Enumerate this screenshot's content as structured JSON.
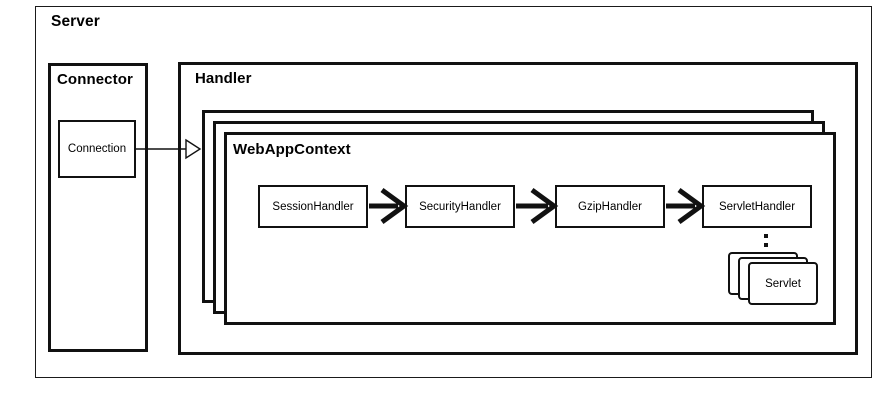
{
  "diagram": {
    "title": "Server",
    "colors": {
      "stroke": "#111111",
      "background": "#ffffff",
      "text": "#000000"
    },
    "containers": {
      "server": {
        "label": "Server"
      },
      "connector": {
        "label": "Connector"
      },
      "connection": {
        "label": "Connection"
      },
      "handler": {
        "label": "Handler"
      },
      "webappcontext": {
        "label": "WebAppContext",
        "stack_count": 3
      }
    },
    "handler_chain": [
      {
        "label": "SessionHandler"
      },
      {
        "label": "SecurityHandler"
      },
      {
        "label": "GzipHandler"
      },
      {
        "label": "ServletHandler"
      }
    ],
    "servlets": {
      "label": "Servlet",
      "stack_count": 3
    },
    "connections": [
      {
        "from": "Connection",
        "to": "Handler",
        "style": "hollow-arrow"
      },
      {
        "from": "SessionHandler",
        "to": "SecurityHandler",
        "style": "solid-arrow"
      },
      {
        "from": "SecurityHandler",
        "to": "GzipHandler",
        "style": "solid-arrow"
      },
      {
        "from": "GzipHandler",
        "to": "ServletHandler",
        "style": "solid-arrow"
      },
      {
        "from": "ServletHandler",
        "to": "Servlet",
        "style": "dotted"
      }
    ]
  }
}
